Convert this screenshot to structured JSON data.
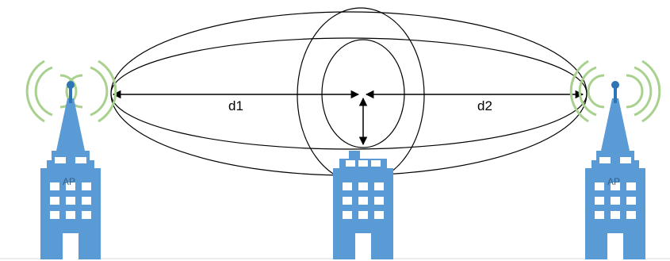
{
  "labels": {
    "distance_left": "d1",
    "distance_right": "d2",
    "ap_left": "AP",
    "ap_right": "AP"
  },
  "colors": {
    "building": "#5b9bd5",
    "building_dark": "#2e75b6",
    "window": "#ffffff",
    "signal_wave": "#a9d18e",
    "outline": "#000000"
  },
  "icons": {
    "antenna": "wireless-antenna-icon",
    "building": "office-building-icon"
  }
}
